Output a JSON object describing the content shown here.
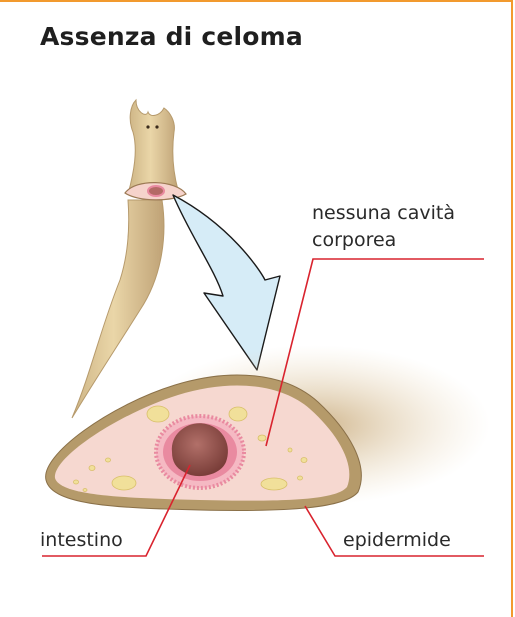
{
  "title": "Assenza di celoma",
  "labels": {
    "cavity_line1": "nessuna cavità",
    "cavity_line2": "corporea",
    "intestine": "intestino",
    "epidermis": "epidermide"
  },
  "colors": {
    "frame": "#f29a2e",
    "leader_line": "#d9232e",
    "worm_body": "#e2cc9c",
    "worm_shadow": "#bfa276",
    "arrow_fill": "#d6ecf7",
    "arrow_stroke": "#1a1a1a",
    "section_interior": "#f6d8d0",
    "epidermis_band": "#b59a6a",
    "intestine_lumen": "#8c4c46",
    "intestine_wall": "#e98aa0",
    "tissue_cells": "#f1e09a"
  }
}
